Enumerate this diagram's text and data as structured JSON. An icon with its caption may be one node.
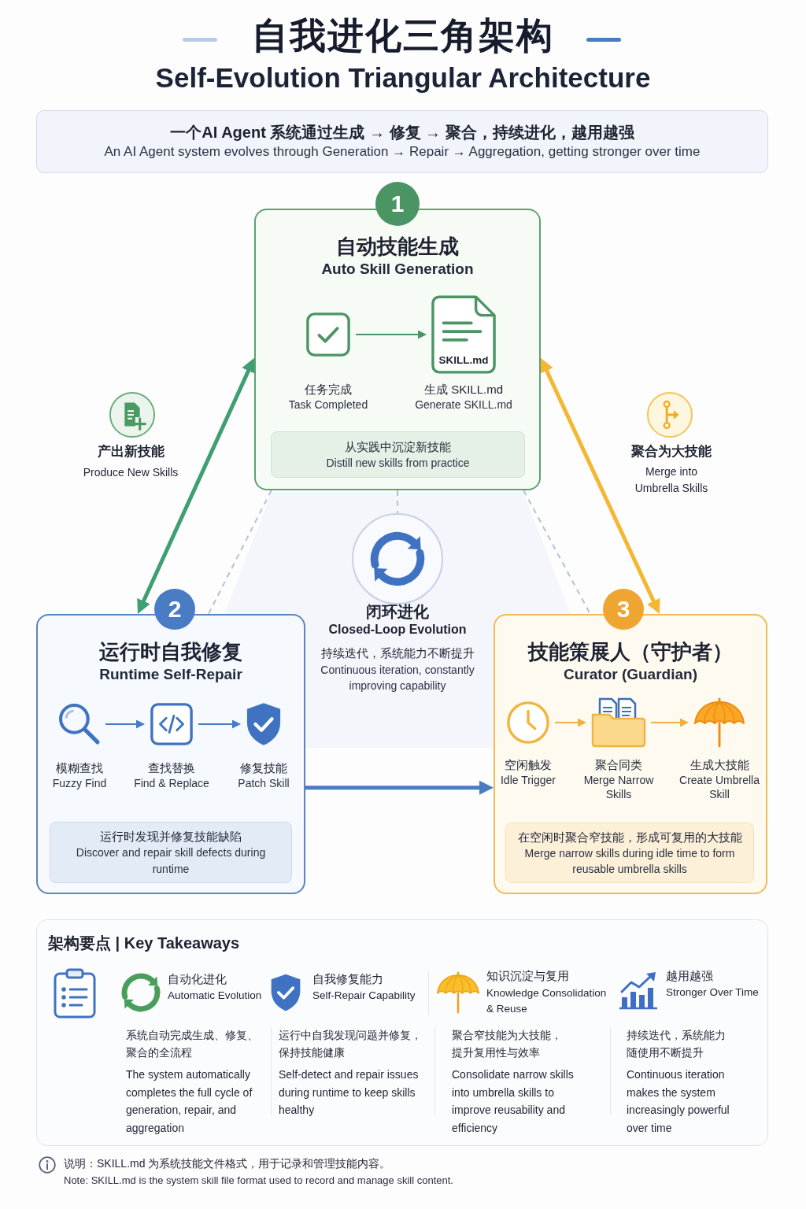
{
  "diagram": {
    "title": "自我进化三角架构",
    "nodes": [
      {
        "text": [
          "一个AI Agent 系统通过生成 → 修复 → 聚合，持续进化，越用越强",
          "An AI Agent system evolves through Generation → Repair → Aggregation, getting stronger over time"
        ]
      },
      {
        "text": [
          "1"
        ]
      },
      {
        "text": [
          "自动技能生成",
          "Auto Skill Generation"
        ]
      },
      {
        "text": [
          "任务完成",
          "Task Completed"
        ],
        "in": 2
      },
      {
        "text": [
          "SKILL.md",
          "生成 SKILL.md",
          "Generate SKILL.md"
        ],
        "in": 2
      },
      {
        "text": [
          "从实践中沉淀新技能",
          "Distill new skills from practice"
        ],
        "in": 2
      },
      {
        "text": [],
        "shape": "circle",
        "beside": [
          "闭环进化",
          "Closed-Loop Evolution",
          "持续迭代，系统能力不断提升",
          "Continuous iteration, constantly improving capability"
        ]
      },
      {
        "text": [
          "2"
        ]
      },
      {
        "text": [
          "运行时自我修复",
          "Runtime Self-Repair"
        ]
      },
      {
        "text": [
          "模糊查找",
          "Fuzzy Find"
        ],
        "in": 8
      },
      {
        "text": [
          "查找替换",
          "Find & Replace"
        ],
        "in": 8
      },
      {
        "text": [
          "修复技能",
          "Patch Skill"
        ],
        "in": 8
      },
      {
        "text": [
          "运行时发现并修复技能缺陷",
          "Discover and repair skill defects during runtime"
        ],
        "in": 8
      },
      {
        "text": [
          "3"
        ]
      },
      {
        "text": [
          "技能策展人（守护者）",
          "Curator (Guardian)"
        ]
      },
      {
        "text": [
          "空闲触发",
          "Idle Trigger"
        ],
        "in": 14
      },
      {
        "text": [
          "聚合同类",
          "Merge Narrow Skills"
        ],
        "in": 14
      },
      {
        "text": [
          "生成大技能",
          "Create Umbrella Skill"
        ],
        "in": 14
      },
      {
        "text": [
          "在空闲时聚合窄技能，形成可复用的大技能",
          "Merge narrow skills during idle time to form reusable umbrella skills"
        ],
        "in": 14
      },
      {
        "text": [
          "架构要点 | Key Takeaways"
        ]
      }
    ],
    "edges": [
      {
        "from": 3,
        "to": 4,
        "arrow": "to",
        "color": "#4b9565"
      },
      {
        "from": 2,
        "to": 8,
        "arrow": "both",
        "style": "thick",
        "color": "#3f9e72"
      },
      {
        "from": 2,
        "to": 14,
        "arrow": "both",
        "style": "thick",
        "color": "#f4b731"
      },
      {
        "from": 2,
        "to": 8,
        "arrow": "none",
        "style": "dashed",
        "color": "#b9c0d2"
      },
      {
        "from": 2,
        "to": 14,
        "arrow": "none",
        "style": "dashed",
        "color": "#b9c0d2"
      },
      {
        "from": 2,
        "to": 6,
        "arrow": "none",
        "style": "dashed",
        "color": "#b9c0d2"
      },
      {
        "from": 9,
        "to": 10,
        "arrow": "to",
        "color": "#4a7cc4"
      },
      {
        "from": 10,
        "to": 11,
        "arrow": "to",
        "color": "#4a7cc4"
      },
      {
        "from": 8,
        "to": 14,
        "arrow": "to",
        "style": "thick",
        "color": "#4a7cc4"
      },
      {
        "from": 15,
        "to": 16,
        "arrow": "to",
        "color": "#f0b040"
      },
      {
        "from": 16,
        "to": 17,
        "arrow": "to",
        "color": "#f0b040"
      }
    ],
    "labels": [
      "Self-Evolution Triangular Architecture",
      "产出新技能",
      "Produce New Skills",
      "聚合为大技能",
      "Merge into Umbrella Skills",
      "自动化进化",
      "Automatic Evolution",
      "自我修复能力",
      "Self-Repair Capability",
      "知识沉淀与复用",
      "Knowledge Consolidation & Reuse",
      "越用越强",
      "Stronger Over Time",
      "系统自动完成生成、修复、聚合的全流程",
      "The system automatically completes the full cycle of generation, repair, and aggregation",
      "运行中自我发现问题并修复，保持技能健康",
      "Self-detect and repair issues during runtime to keep skills healthy",
      "聚合窄技能为大技能，提升复用性与效率",
      "Consolidate narrow skills into umbrella skills to improve reusability and efficiency",
      "持续迭代，系统能力随使用不断提升",
      "Continuous iteration makes the system increasingly powerful over time",
      "说明：SKILL.md 为系统技能文件格式，用于记录和管理技能内容。",
      "Note: SKILL.md is the system skill file format used to record and manage skill content."
    ]
  }
}
